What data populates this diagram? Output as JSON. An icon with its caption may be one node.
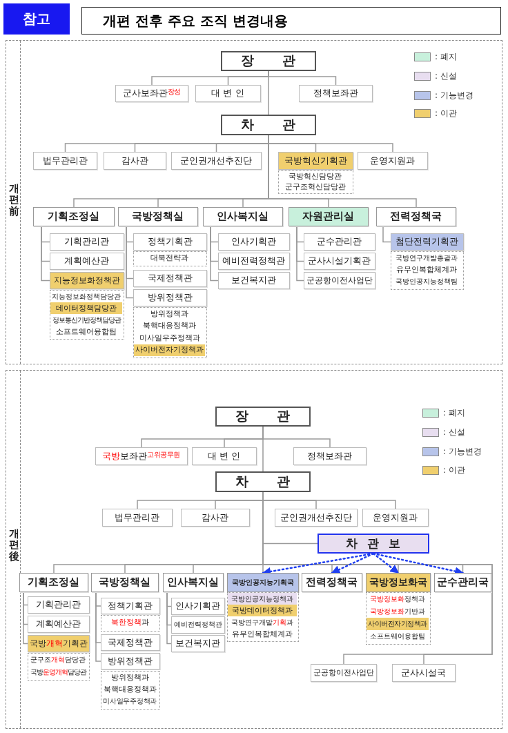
{
  "diagram": {
    "title": "개편 전후 주요 조직 변경내용",
    "nodes": [
      {
        "text": [
          "개편 前"
        ]
      },
      {
        "text": [
          "장 관"
        ],
        "in": 0
      },
      {
        "text": [
          "군사보좌관$^{장성}$"
        ],
        "in": 0
      },
      {
        "text": [
          "대 변 인"
        ],
        "in": 0
      },
      {
        "text": [
          "정책보좌관"
        ],
        "in": 0
      },
      {
        "text": [
          "차 관"
        ],
        "in": 0
      },
      {
        "text": [
          "법무관리관"
        ],
        "in": 0
      },
      {
        "text": [
          "감사관"
        ],
        "in": 0
      },
      {
        "text": [
          "군인권개선추진단"
        ],
        "in": 0
      },
      {
        "text": [
          "국방혁신기획관"
        ],
        "in": 0
      },
      {
        "text": [],
        "shape": "box",
        "in": 0
      },
      {
        "text": [
          "국방혁신담당관"
        ],
        "in": 10
      },
      {
        "text": [
          "군구조혁신담당관"
        ],
        "in": 10
      },
      {
        "text": [
          "운영지원과"
        ],
        "in": 0
      },
      {
        "text": [
          "기획조정실"
        ],
        "in": 0
      },
      {
        "text": [
          "국방정책실"
        ],
        "in": 0
      },
      {
        "text": [
          "인사복지실"
        ],
        "in": 0
      },
      {
        "text": [
          "자원관리실"
        ],
        "in": 0
      },
      {
        "text": [
          "전력정책국"
        ],
        "in": 0
      },
      {
        "text": [
          "기획관리관"
        ],
        "in": 0
      },
      {
        "text": [
          "계획예산관"
        ],
        "in": 0
      },
      {
        "text": [
          "지능정보화정책관"
        ],
        "in": 0
      },
      {
        "text": [],
        "shape": "box",
        "in": 0
      },
      {
        "text": [
          "지능정보화정책담당관"
        ],
        "in": 22
      },
      {
        "text": [
          "데이터정책담당관"
        ],
        "in": 22
      },
      {
        "text": [
          "정보통신기반정책담당관"
        ],
        "in": 22
      },
      {
        "text": [
          "소프트웨어융합팀"
        ],
        "in": 22
      },
      {
        "text": [
          "정책기획관"
        ],
        "in": 0
      },
      {
        "text": [],
        "shape": "box",
        "in": 0
      },
      {
        "text": [
          "대북전략과"
        ],
        "in": 28
      },
      {
        "text": [
          "국제정책관"
        ],
        "in": 0
      },
      {
        "text": [
          "방위정책관"
        ],
        "in": 0
      },
      {
        "text": [],
        "shape": "box",
        "in": 0
      },
      {
        "text": [
          "방위정책과"
        ],
        "in": 32
      },
      {
        "text": [
          "북핵대응정책과"
        ],
        "in": 32
      },
      {
        "text": [
          "미사일우주정책과"
        ],
        "in": 32
      },
      {
        "text": [
          "사이버전자기정책과"
        ],
        "in": 32
      },
      {
        "text": [
          "인사기획관"
        ],
        "in": 0
      },
      {
        "text": [
          "예비전력정책관"
        ],
        "in": 0
      },
      {
        "text": [
          "보건복지관"
        ],
        "in": 0
      },
      {
        "text": [
          "군수관리관"
        ],
        "in": 0
      },
      {
        "text": [
          "군사시설기획관"
        ],
        "in": 0
      },
      {
        "text": [
          "군공항이전사업단"
        ],
        "in": 0
      },
      {
        "text": [
          "첨단전력기획관"
        ],
        "in": 0
      },
      {
        "text": [],
        "shape": "box",
        "in": 0
      },
      {
        "text": [
          "국방연구개발총괄과"
        ],
        "in": 44
      },
      {
        "text": [
          "유무인복합체계과"
        ],
        "in": 44
      },
      {
        "text": [
          "국방인공지능정책팀"
        ],
        "in": 44
      },
      {
        "text": [
          "개편 後"
        ]
      },
      {
        "text": [
          "장 관"
        ],
        "in": 48
      },
      {
        "text": [
          "국방보좌관$^{고위공무원}$"
        ],
        "in": 48
      },
      {
        "text": [
          "대 변 인"
        ],
        "in": 48
      },
      {
        "text": [
          "정책보좌관"
        ],
        "in": 48
      },
      {
        "text": [
          "차 관"
        ],
        "in": 48
      },
      {
        "text": [
          "법무관리관"
        ],
        "in": 48
      },
      {
        "text": [
          "감사관"
        ],
        "in": 48
      },
      {
        "text": [
          "군인권개선추진단"
        ],
        "in": 48
      },
      {
        "text": [
          "운영지원과"
        ],
        "in": 48
      },
      {
        "text": [
          "차 관 보"
        ],
        "in": 48
      },
      {
        "text": [
          "기획조정실"
        ],
        "in": 48
      },
      {
        "text": [
          "국방정책실"
        ],
        "in": 48
      },
      {
        "text": [
          "인사복지실"
        ],
        "in": 48
      },
      {
        "text": [
          "국방인공지능기획국"
        ],
        "in": 48
      },
      {
        "text": [
          "전력정책국"
        ],
        "in": 48
      },
      {
        "text": [
          "국방정보화국"
        ],
        "in": 48
      },
      {
        "text": [
          "군수관리국"
        ],
        "in": 48
      },
      {
        "text": [
          "기획관리관"
        ],
        "in": 48
      },
      {
        "text": [
          "계획예산관"
        ],
        "in": 48
      },
      {
        "text": [
          "국방개혁기획관"
        ],
        "in": 48
      },
      {
        "text": [],
        "shape": "box",
        "in": 48
      },
      {
        "text": [
          "군구조개혁담당관"
        ],
        "in": 69
      },
      {
        "text": [
          "국방운영개혁담당관"
        ],
        "in": 69
      },
      {
        "text": [
          "정책기획관"
        ],
        "in": 48
      },
      {
        "text": [],
        "shape": "box",
        "in": 48
      },
      {
        "text": [
          "북한정책과"
        ],
        "in": 73
      },
      {
        "text": [
          "국제정책관"
        ],
        "in": 48
      },
      {
        "text": [
          "방위정책관"
        ],
        "in": 48
      },
      {
        "text": [],
        "shape": "box",
        "in": 48
      },
      {
        "text": [
          "방위정책과"
        ],
        "in": 77
      },
      {
        "text": [
          "북핵대응정책과"
        ],
        "in": 77
      },
      {
        "text": [
          "미사일우주정책과"
        ],
        "in": 77
      },
      {
        "text": [
          "인사기획관"
        ],
        "in": 48
      },
      {
        "text": [
          "예비전력정책관"
        ],
        "in": 48
      },
      {
        "text": [
          "보건복지관"
        ],
        "in": 48
      },
      {
        "text": [],
        "shape": "box",
        "in": 48
      },
      {
        "text": [
          "국방인공지능정책과"
        ],
        "in": 84
      },
      {
        "text": [
          "국방데이터정책과"
        ],
        "in": 84
      },
      {
        "text": [
          "국방연구개발기획과"
        ],
        "in": 84
      },
      {
        "text": [
          "유무인복합체계과"
        ],
        "in": 84
      },
      {
        "text": [],
        "shape": "box",
        "in": 48
      },
      {
        "text": [
          "국방정보화정책과"
        ],
        "in": 89
      },
      {
        "text": [
          "국방정보화기반과"
        ],
        "in": 89
      },
      {
        "text": [
          "사이버전자기정책과"
        ],
        "in": 89
      },
      {
        "text": [
          "소프트웨어융합팀"
        ],
        "in": 89
      },
      {
        "text": [
          "군공항이전사업단"
        ],
        "in": 48
      },
      {
        "text": [
          "군사시설국"
        ],
        "in": 48
      }
    ],
    "edges": [
      {
        "from": 1,
        "to": 2,
        "arrow": "none"
      },
      {
        "from": 1,
        "to": 3,
        "arrow": "none"
      },
      {
        "from": 1,
        "to": 4,
        "arrow": "none"
      },
      {
        "from": 1,
        "to": 5,
        "arrow": "none"
      },
      {
        "from": 5,
        "to": 6,
        "arrow": "none"
      },
      {
        "from": 5,
        "to": 7,
        "arrow": "none"
      },
      {
        "from": 5,
        "to": 8,
        "arrow": "none"
      },
      {
        "from": 5,
        "to": 9,
        "arrow": "none"
      },
      {
        "from": 5,
        "to": 13,
        "arrow": "none"
      },
      {
        "from": 5,
        "to": 14,
        "arrow": "none"
      },
      {
        "from": 5,
        "to": 15,
        "arrow": "none"
      },
      {
        "from": 5,
        "to": 16,
        "arrow": "none"
      },
      {
        "from": 5,
        "to": 17,
        "arrow": "none"
      },
      {
        "from": 5,
        "to": 18,
        "arrow": "none"
      },
      {
        "from": 14,
        "to": 19,
        "arrow": "none"
      },
      {
        "from": 14,
        "to": 20,
        "arrow": "none"
      },
      {
        "from": 14,
        "to": 21,
        "arrow": "none"
      },
      {
        "from": 15,
        "to": 27,
        "arrow": "none"
      },
      {
        "from": 15,
        "to": 30,
        "arrow": "none"
      },
      {
        "from": 15,
        "to": 31,
        "arrow": "none"
      },
      {
        "from": 16,
        "to": 37,
        "arrow": "none"
      },
      {
        "from": 16,
        "to": 38,
        "arrow": "none"
      },
      {
        "from": 16,
        "to": 39,
        "arrow": "none"
      },
      {
        "from": 17,
        "to": 40,
        "arrow": "none"
      },
      {
        "from": 17,
        "to": 41,
        "arrow": "none"
      },
      {
        "from": 17,
        "to": 42,
        "arrow": "none"
      },
      {
        "from": 18,
        "to": 43,
        "arrow": "none"
      },
      {
        "from": 49,
        "to": 50,
        "arrow": "none"
      },
      {
        "from": 49,
        "to": 51,
        "arrow": "none"
      },
      {
        "from": 49,
        "to": 52,
        "arrow": "none"
      },
      {
        "from": 49,
        "to": 53,
        "arrow": "none"
      },
      {
        "from": 53,
        "to": 54,
        "arrow": "none"
      },
      {
        "from": 53,
        "to": 55,
        "arrow": "none"
      },
      {
        "from": 53,
        "to": 56,
        "arrow": "none"
      },
      {
        "from": 53,
        "to": 57,
        "arrow": "none"
      },
      {
        "from": 53,
        "to": 58,
        "arrow": "none"
      },
      {
        "from": 53,
        "to": 59,
        "arrow": "none"
      },
      {
        "from": 53,
        "to": 60,
        "arrow": "none"
      },
      {
        "from": 53,
        "to": 61,
        "arrow": "none"
      },
      {
        "from": 53,
        "to": 62,
        "arrow": "none"
      },
      {
        "from": 53,
        "to": 63,
        "arrow": "none"
      },
      {
        "from": 53,
        "to": 64,
        "arrow": "none"
      },
      {
        "from": 53,
        "to": 65,
        "arrow": "none"
      },
      {
        "from": 53,
        "to": 94,
        "arrow": "none"
      },
      {
        "from": 53,
        "to": 95,
        "arrow": "none"
      },
      {
        "from": 58,
        "to": 62,
        "arrow": "to",
        "style": "dashed",
        "color": "#1f3ff0"
      },
      {
        "from": 58,
        "to": 63,
        "arrow": "to",
        "style": "dashed",
        "color": "#1f3ff0"
      },
      {
        "from": 58,
        "to": 64,
        "arrow": "to",
        "style": "dashed",
        "color": "#1f3ff0"
      },
      {
        "from": 58,
        "to": 65,
        "arrow": "to",
        "style": "dashed",
        "color": "#1f3ff0"
      },
      {
        "from": 59,
        "to": 66,
        "arrow": "none"
      },
      {
        "from": 59,
        "to": 67,
        "arrow": "none"
      },
      {
        "from": 59,
        "to": 68,
        "arrow": "none"
      },
      {
        "from": 60,
        "to": 72,
        "arrow": "none"
      },
      {
        "from": 60,
        "to": 75,
        "arrow": "none"
      },
      {
        "from": 60,
        "to": 76,
        "arrow": "none"
      },
      {
        "from": 61,
        "to": 81,
        "arrow": "none"
      },
      {
        "from": 61,
        "to": 82,
        "arrow": "none"
      },
      {
        "from": 61,
        "to": 83,
        "arrow": "none"
      }
    ],
    "labels": [
      "참고"
    ],
    "legend": [
      {
        "text": ": 폐지",
        "color": "#c8f0dc"
      },
      {
        "text": ": 신설",
        "color": "#e8def0"
      },
      {
        "text": ": 기능변경",
        "color": "#b7c4ea"
      },
      {
        "text": ": 이관",
        "color": "#f0cf6e"
      },
      {
        "text": ": 폐지",
        "color": "#c8f0dc"
      },
      {
        "text": ": 신설",
        "color": "#e8def0"
      },
      {
        "text": ": 기능변경",
        "color": "#b7c4ea"
      },
      {
        "text": ": 이관",
        "color": "#f0cf6e"
      }
    ]
  }
}
